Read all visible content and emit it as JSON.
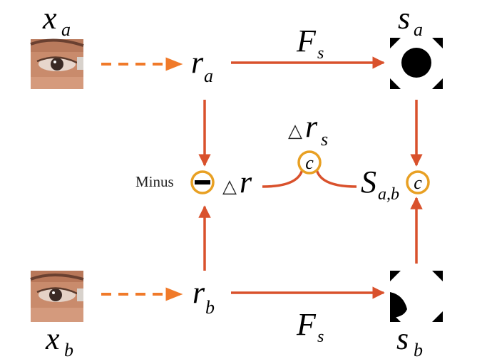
{
  "colors": {
    "arrow": "#d9512c",
    "node_ring": "#e8a023",
    "text": "#000000",
    "skin": "#c98b6c"
  },
  "inputs": {
    "a": {
      "symbol": "x",
      "subscript": "a"
    },
    "b": {
      "symbol": "x",
      "subscript": "b"
    }
  },
  "features": {
    "a": {
      "symbol": "r",
      "subscript": "a"
    },
    "b": {
      "symbol": "r",
      "subscript": "b"
    }
  },
  "outputs": {
    "a": {
      "symbol": "s",
      "subscript": "a"
    },
    "b": {
      "symbol": "s",
      "subscript": "b"
    }
  },
  "edges": {
    "top_label": {
      "symbol": "F",
      "subscript": "s"
    },
    "bottom_label": {
      "symbol": "F",
      "subscript": "s"
    }
  },
  "minus_node": {
    "label": "Minus",
    "glyph": "−"
  },
  "delta_r": {
    "triangle": "△",
    "symbol": "r"
  },
  "delta_rs": {
    "triangle": "△",
    "symbol": "r",
    "subscript": "s"
  },
  "c_node_delta": {
    "symbol": "c"
  },
  "similarity": {
    "symbol": "S",
    "subscript": "a,b"
  },
  "c_node_similarity": {
    "symbol": "c"
  }
}
